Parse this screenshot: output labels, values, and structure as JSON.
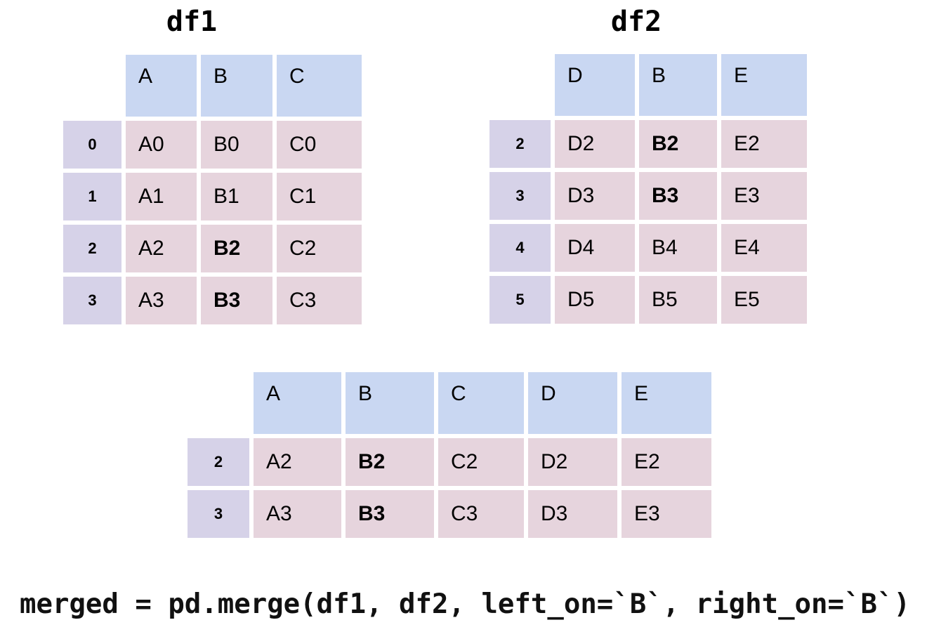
{
  "colors": {
    "header_bg": "#c9d7f2",
    "index_bg": "#d6d2e8",
    "cell_bg": "#e6d4dd",
    "background": "#ffffff",
    "text": "#000000"
  },
  "tables": {
    "df1": {
      "title": "df1",
      "columns": [
        "A",
        "B",
        "C"
      ],
      "rows": [
        {
          "index": "0",
          "cells": [
            {
              "text": "A0",
              "bold": false
            },
            {
              "text": "B0",
              "bold": false
            },
            {
              "text": "C0",
              "bold": false
            }
          ]
        },
        {
          "index": "1",
          "cells": [
            {
              "text": "A1",
              "bold": false
            },
            {
              "text": "B1",
              "bold": false
            },
            {
              "text": "C1",
              "bold": false
            }
          ]
        },
        {
          "index": "2",
          "cells": [
            {
              "text": "A2",
              "bold": false
            },
            {
              "text": "B2",
              "bold": true
            },
            {
              "text": "C2",
              "bold": false
            }
          ]
        },
        {
          "index": "3",
          "cells": [
            {
              "text": "A3",
              "bold": false
            },
            {
              "text": "B3",
              "bold": true
            },
            {
              "text": "C3",
              "bold": false
            }
          ]
        }
      ]
    },
    "df2": {
      "title": "df2",
      "columns": [
        "D",
        "B",
        "E"
      ],
      "rows": [
        {
          "index": "2",
          "cells": [
            {
              "text": "D2",
              "bold": false
            },
            {
              "text": "B2",
              "bold": true
            },
            {
              "text": "E2",
              "bold": false
            }
          ]
        },
        {
          "index": "3",
          "cells": [
            {
              "text": "D3",
              "bold": false
            },
            {
              "text": "B3",
              "bold": true
            },
            {
              "text": "E3",
              "bold": false
            }
          ]
        },
        {
          "index": "4",
          "cells": [
            {
              "text": "D4",
              "bold": false
            },
            {
              "text": "B4",
              "bold": false
            },
            {
              "text": "E4",
              "bold": false
            }
          ]
        },
        {
          "index": "5",
          "cells": [
            {
              "text": "D5",
              "bold": false
            },
            {
              "text": "B5",
              "bold": false
            },
            {
              "text": "E5",
              "bold": false
            }
          ]
        }
      ]
    },
    "merged": {
      "title": "",
      "columns": [
        "A",
        "B",
        "C",
        "D",
        "E"
      ],
      "rows": [
        {
          "index": "2",
          "cells": [
            {
              "text": "A2",
              "bold": false
            },
            {
              "text": "B2",
              "bold": true
            },
            {
              "text": "C2",
              "bold": false
            },
            {
              "text": "D2",
              "bold": false
            },
            {
              "text": "E2",
              "bold": false
            }
          ]
        },
        {
          "index": "3",
          "cells": [
            {
              "text": "A3",
              "bold": false
            },
            {
              "text": "B3",
              "bold": true
            },
            {
              "text": "C3",
              "bold": false
            },
            {
              "text": "D3",
              "bold": false
            },
            {
              "text": "E3",
              "bold": false
            }
          ]
        }
      ]
    }
  },
  "code": {
    "text": "merged = pd.merge(df1, df2, left_on=`B`, right_on=`B`)"
  }
}
